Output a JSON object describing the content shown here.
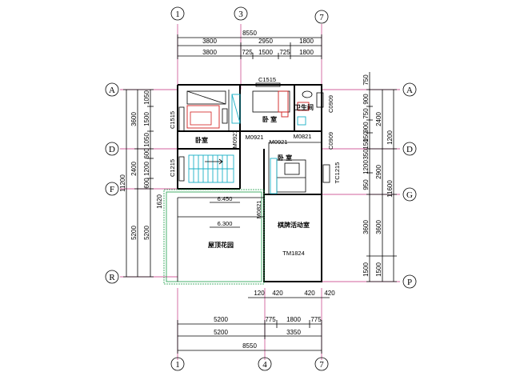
{
  "axes": {
    "top": [
      "1",
      "3",
      "7"
    ],
    "bottom": [
      "1",
      "4",
      "7"
    ],
    "left": [
      "A",
      "D",
      "F",
      "R"
    ],
    "right": [
      "A",
      "D",
      "G",
      "P"
    ]
  },
  "top_dims": {
    "total": "8550",
    "row1": [
      "3800",
      "2950",
      "1800"
    ],
    "row2": [
      "3800",
      "725",
      "1500",
      "725",
      "1800"
    ]
  },
  "bottom_dims": {
    "row0": [
      "120",
      "420",
      "420",
      "420"
    ],
    "row1": [
      "5200",
      "775",
      "1800",
      "775"
    ],
    "row2": [
      "5200",
      "3350"
    ],
    "total": "8550"
  },
  "left_dims": {
    "outer": [
      "11200"
    ],
    "col1": [
      "3600",
      "2400",
      "5200"
    ],
    "col2": [
      "1050",
      "1500",
      "1050",
      "600",
      "1200",
      "600",
      "1620",
      "5200"
    ]
  },
  "right_dims": {
    "col1": [
      "750",
      "900",
      "750",
      "900",
      "150",
      "150",
      "350",
      "1200",
      "950",
      "3600",
      "1500"
    ],
    "col2": [
      "2400",
      "2900",
      "3600",
      "1500"
    ],
    "col3": [
      "1200",
      "11600"
    ]
  },
  "rooms": {
    "bedroom_left": "卧室",
    "bedroom_right_top": "卧 室",
    "bathroom": "卫生间",
    "bedroom_center": "卧 室",
    "terrace": "屋顶花园",
    "activity": "棋牌活动室"
  },
  "codes": {
    "c1515": "C1515",
    "c1515v": "C1515",
    "c0909a": "C0909",
    "c0909b": "C0909",
    "m0921a": "M0921",
    "m0921b": "M0921",
    "m0921c": "M0921",
    "m0821a": "M0821",
    "m0821b": "M0821",
    "c1215": "C1215",
    "tc1215": "TC1215",
    "tm1824": "TM1824"
  },
  "levels": {
    "upper": "6.450",
    "lower": "6.300"
  }
}
